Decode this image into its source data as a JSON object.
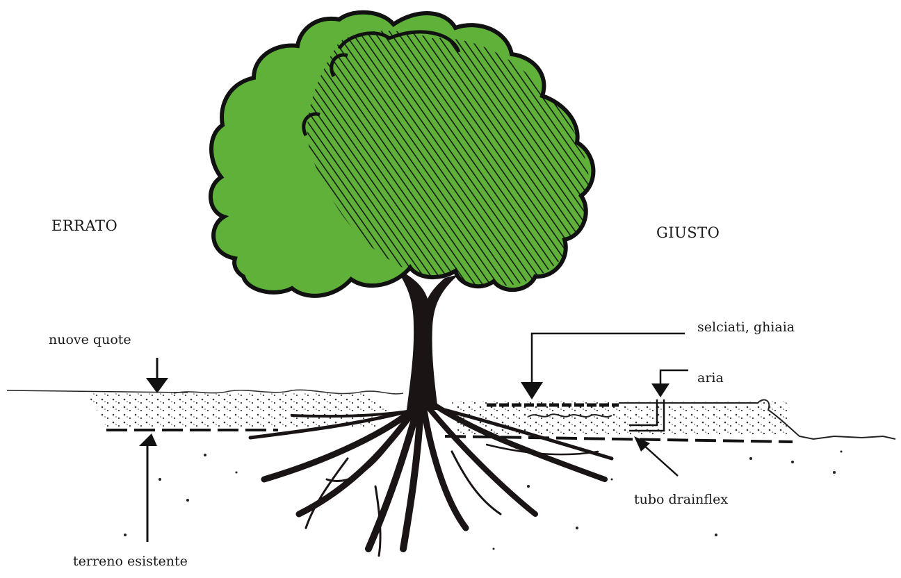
{
  "diagram": {
    "left_heading": "ERRATO",
    "right_heading": "GIUSTO",
    "labels": {
      "new_levels": "nuove quote",
      "existing_soil": "terreno esistente",
      "paving_gravel": "selciati, ghiaia",
      "air": "aria",
      "drain_pipe": "tubo drainflex"
    },
    "colors": {
      "canopy": "#5fb13a",
      "outline": "#111111",
      "trunk": "#1a1414",
      "background": "#ffffff"
    }
  }
}
